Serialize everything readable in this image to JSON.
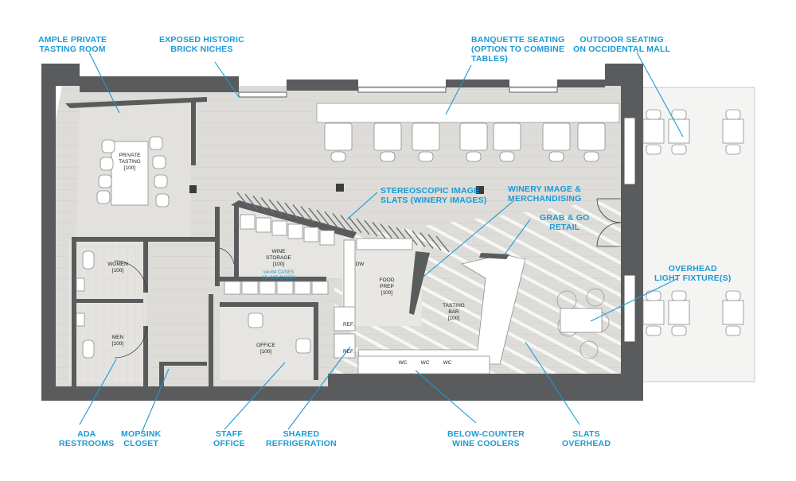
{
  "callouts": {
    "private_tasting": [
      "AMPLE PRIVATE",
      "TASTING ROOM"
    ],
    "brick_niches": [
      "EXPOSED HISTORIC",
      "BRICK NICHES"
    ],
    "banquette": [
      "BANQUETTE SEATING",
      "(OPTION TO COMBINE",
      "TABLES)"
    ],
    "outdoor": [
      "OUTDOOR SEATING",
      "ON OCCIDENTAL MALL"
    ],
    "stereoscopic": [
      "STEREOSCOPIC IMAGE",
      "SLATS (WINERY IMAGES)"
    ],
    "winery_image": [
      "WINERY IMAGE &",
      "MERCHANDISING"
    ],
    "grab_go": [
      "GRAB & GO",
      "RETAIL"
    ],
    "overhead_light": [
      "OVERHEAD",
      "LIGHT FIXTURE(S)"
    ],
    "ada": [
      "ADA",
      "RESTROOMS"
    ],
    "mopsink": [
      "MOPSINK",
      "CLOSET"
    ],
    "staff_office": [
      "STAFF",
      "OFFICE"
    ],
    "shared_ref": [
      "SHARED",
      "REFRIGERATION"
    ],
    "wine_coolers": [
      "BELOW-COUNTER",
      "WINE COOLERS"
    ],
    "slats": [
      "SLATS",
      "OVERHEAD"
    ]
  },
  "rooms": {
    "private_tasting": [
      "PRIVATE",
      "TASTING",
      "[100]"
    ],
    "wine_storage": [
      "WINE",
      "STORAGE",
      "[100]"
    ],
    "cases": [
      "x4=84 CASES",
      "X5=105 CASES"
    ],
    "women": [
      "WOMEN",
      "[100]"
    ],
    "men": [
      "MEN",
      "[100]"
    ],
    "office": [
      "OFFICE",
      "[100]"
    ],
    "food_prep": [
      "FOOD",
      "PREP",
      "[100]"
    ],
    "tasting_bar": [
      "TASTING",
      "BAR",
      "[100]"
    ]
  },
  "labels": {
    "dw": "DW",
    "ref1": "REF.",
    "ref2": "REF.",
    "wc": [
      "WC",
      "WC",
      "WC"
    ]
  },
  "colors": {
    "wall": "#5a5b5d",
    "floor": "#d9d8d4",
    "room_floor": "#e3e2de",
    "callout": "#1a9ad6"
  }
}
